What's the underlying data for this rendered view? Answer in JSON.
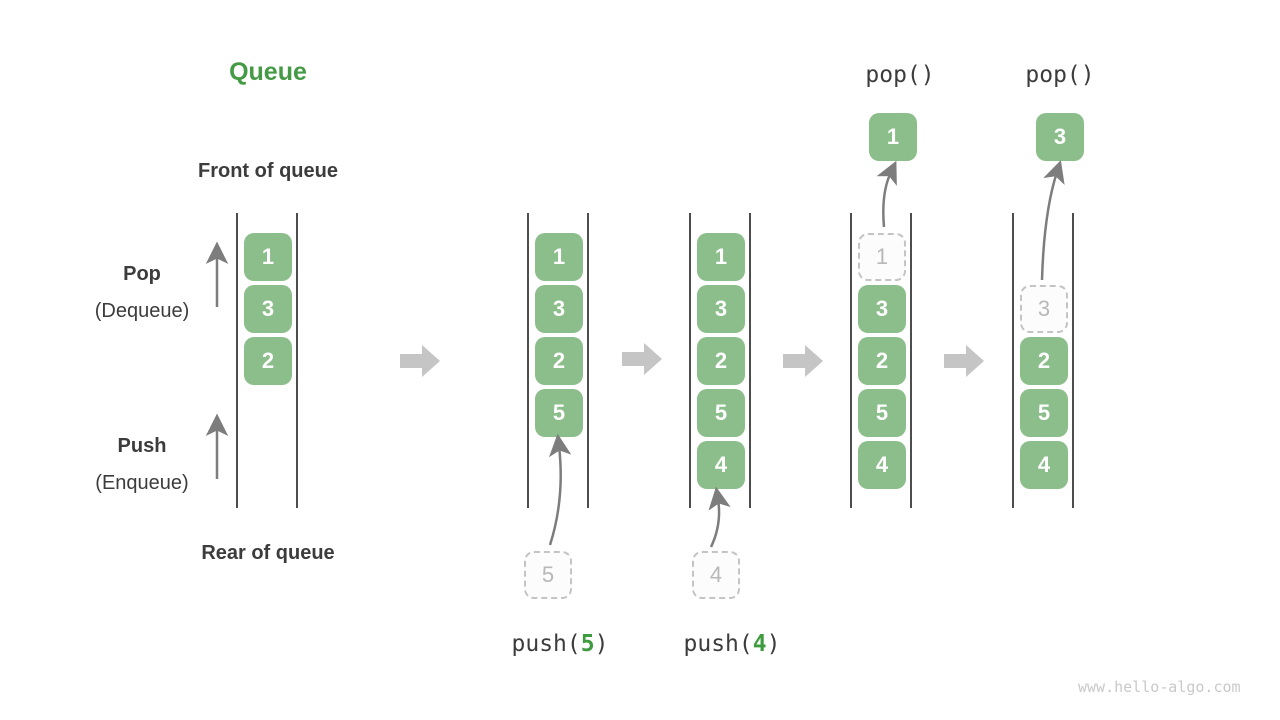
{
  "title": "Queue",
  "labels": {
    "front": "Front of queue",
    "rear": "Rear of queue",
    "pop": "Pop",
    "pop_sub": "(Dequeue)",
    "push": "Push",
    "push_sub": "(Enqueue)"
  },
  "operations": {
    "pop1": "pop()",
    "pop2": "pop()",
    "push5": {
      "prefix": "push(",
      "arg": "5",
      "suffix": ")"
    },
    "push4": {
      "prefix": "push(",
      "arg": "4",
      "suffix": ")"
    }
  },
  "queues": [
    {
      "name": "state-initial",
      "blocks": [
        "1",
        "3",
        "2"
      ]
    },
    {
      "name": "state-after-push-5",
      "blocks": [
        "1",
        "3",
        "2",
        "5"
      ],
      "pending": "5"
    },
    {
      "name": "state-after-push-4",
      "blocks": [
        "1",
        "3",
        "2",
        "5",
        "4"
      ],
      "pending": "4"
    },
    {
      "name": "state-pop-1",
      "ghost": "1",
      "blocks": [
        "3",
        "2",
        "5",
        "4"
      ],
      "popped": "1"
    },
    {
      "name": "state-pop-3",
      "ghost": "3",
      "blocks": [
        "2",
        "5",
        "4"
      ],
      "popped": "3"
    }
  ],
  "watermark": "www.hello-algo.com",
  "colors": {
    "block_green": "#8cbe8c",
    "title_green": "#459a45",
    "code_green": "#3f9b3f",
    "flow_arrow_gray": "#c5c5c5",
    "thin_arrow_gray": "#7d7d7d",
    "dark_text": "#3c3c3c",
    "ghost_border": "#c4c4c4",
    "ghost_text": "#b8b8b8",
    "rail_line": "#4d4d4d",
    "watermark_gray": "#c9c9c9"
  }
}
